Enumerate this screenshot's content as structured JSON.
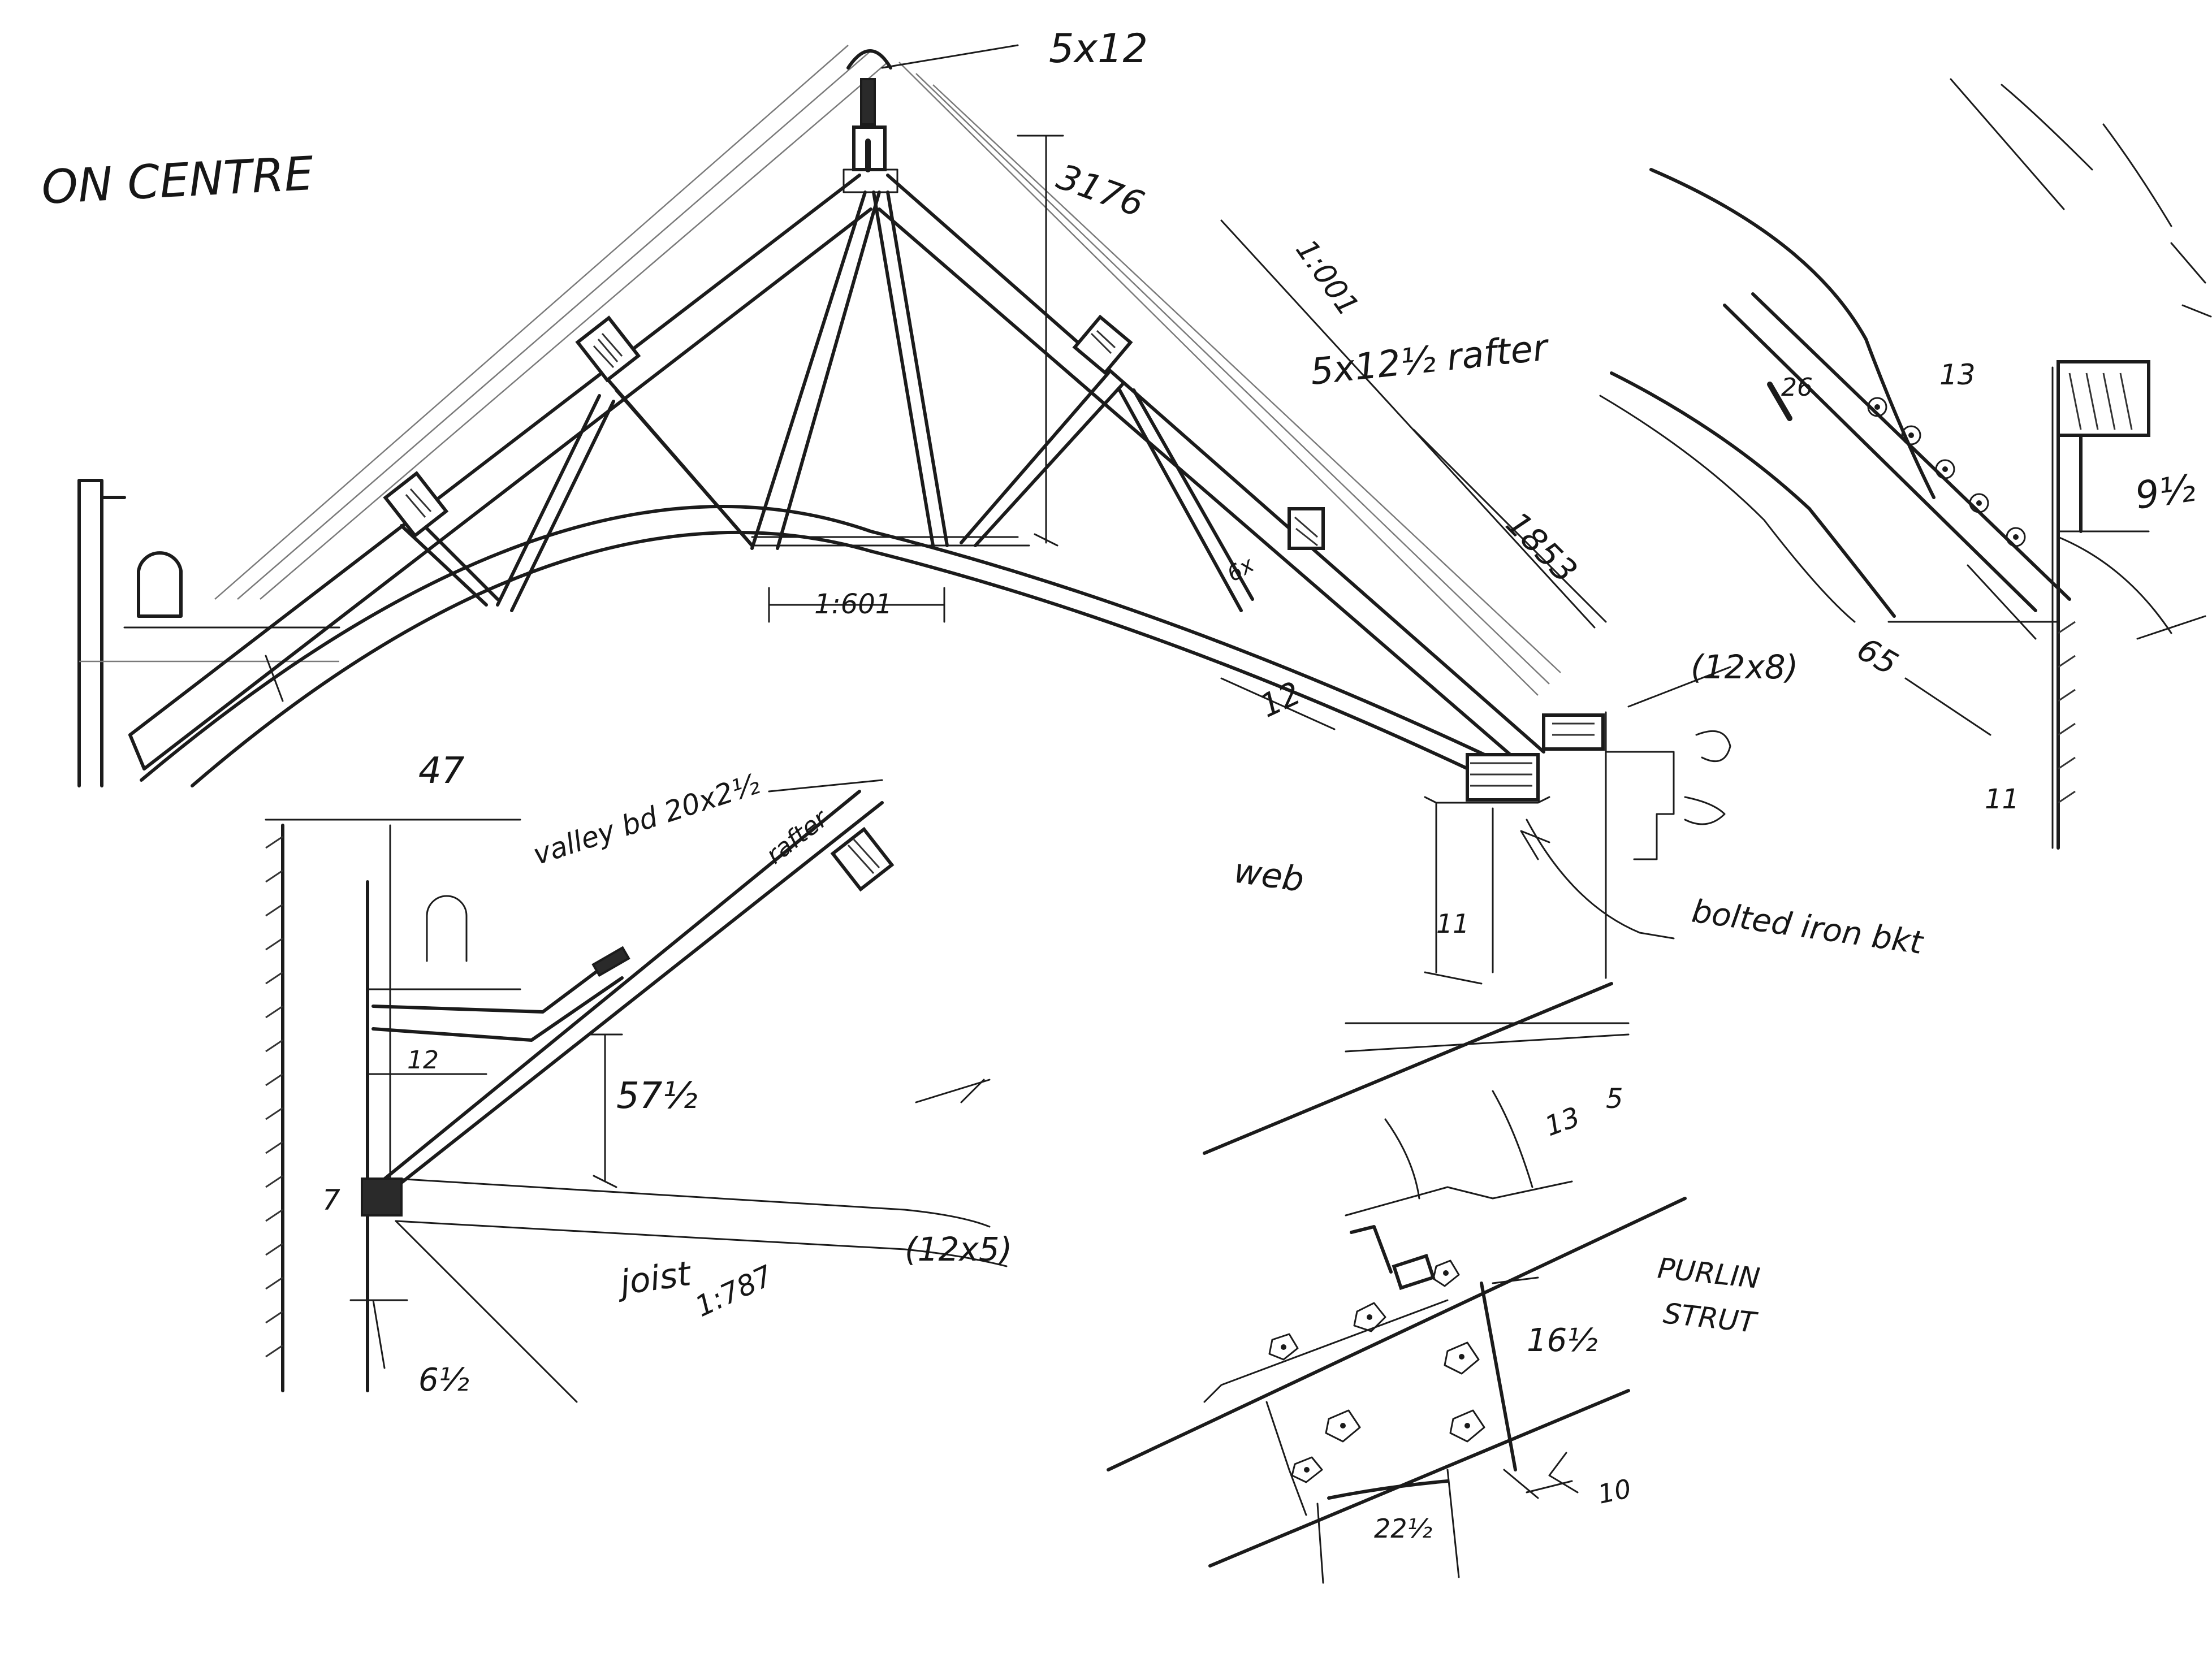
{
  "sheet": {
    "heading": "ON CENTRE"
  },
  "truss_elevation": {
    "ridge_label": "5x12",
    "ridge_height": "3176",
    "rafter_length": "1:001",
    "rafter_label": "5x12½ rafter",
    "panel_width": "1:601",
    "brace_label": "1853",
    "web_label": "web",
    "chord_size": "12",
    "strut_label": "6x",
    "wall_plate": "(12x8)",
    "bracket_label": "bolted iron bkt",
    "eave_dim": "11"
  },
  "valley_detail": {
    "width": "47",
    "valley_board": "valley bd 20x2½",
    "rafter_note": "rafter",
    "collar_dim": "12",
    "rise": "57½",
    "plate_dim": "7",
    "joist_label": "joist",
    "joist_span": "1:787",
    "joist_size": "(12x5)",
    "bearing": "6½"
  },
  "arch_detail": {
    "depth": "26",
    "width": "13",
    "post": "9½",
    "span": "65",
    "foot": "11"
  },
  "purlin_detail": {
    "label_line1": "PURLIN",
    "label_line2": "STRUT",
    "dim_a": "13",
    "dim_b": "5",
    "dim_c": "16½",
    "dim_d": "22½",
    "dim_e": "10"
  }
}
